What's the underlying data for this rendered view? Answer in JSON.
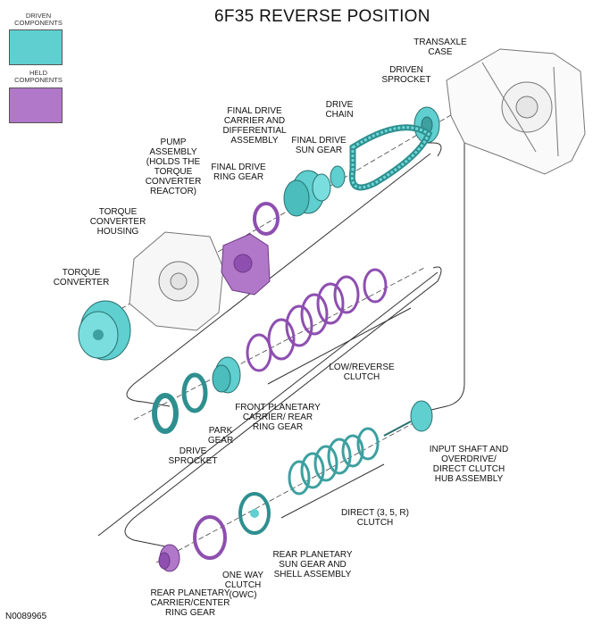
{
  "title": "6F35 REVERSE POSITION",
  "figure_id": "N0089965",
  "legend": {
    "driven_label": "DRIVEN\nCOMPONENTS",
    "held_label": "HELD\nCOMPONENTS",
    "driven_color": "#5fcfcf",
    "held_color": "#b177c8"
  },
  "labels": {
    "transaxle_case": "TRANSAXLE\nCASE",
    "driven_sprocket": "DRIVEN\nSPROCKET",
    "drive_chain": "DRIVE\nCHAIN",
    "final_drive_carrier": "FINAL DRIVE\nCARRIER AND\nDIFFERENTIAL\nASSEMBLY",
    "final_drive_sun_gear": "FINAL DRIVE\nSUN GEAR",
    "final_drive_ring_gear": "FINAL DRIVE\nRING GEAR",
    "pump_assembly": "PUMP\nASSEMBLY\n(HOLDS THE\nTORQUE\nCONVERTER\nREACTOR)",
    "torque_converter_housing": "TORQUE\nCONVERTER\nHOUSING",
    "torque_converter": "TORQUE\nCONVERTER",
    "low_reverse_clutch": "LOW/REVERSE\nCLUTCH",
    "front_planetary": "FRONT PLANETARY\nCARRIER/ REAR\nRING GEAR",
    "park_gear": "PARK\nGEAR",
    "drive_sprocket": "DRIVE\nSPROCKET",
    "input_shaft": "INPUT SHAFT AND\nOVERDRIVE/\nDIRECT CLUTCH\nHUB ASSEMBLY",
    "direct_clutch": "DIRECT (3, 5, R)\nCLUTCH",
    "rear_planetary_sun": "REAR PLANETARY\nSUN GEAR AND\nSHELL ASSEMBLY",
    "one_way_clutch": "ONE WAY\nCLUTCH\n(OWC)",
    "rear_planetary_carrier": "REAR PLANETARY\nCARRIER/CENTER\nRING GEAR"
  }
}
